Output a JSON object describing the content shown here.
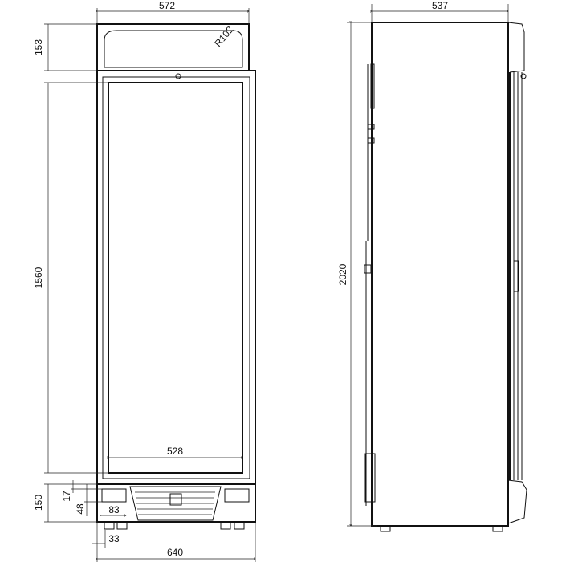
{
  "front_view": {
    "width_top": "572",
    "header_height": "153",
    "corner_radius": "R102",
    "door_height": "1560",
    "glass_width": "528",
    "base_height": "150",
    "dim_17": "17",
    "dim_48": "48",
    "dim_83": "83",
    "dim_33": "33",
    "total_width": "640"
  },
  "side_view": {
    "depth": "537",
    "total_height": "2020"
  }
}
